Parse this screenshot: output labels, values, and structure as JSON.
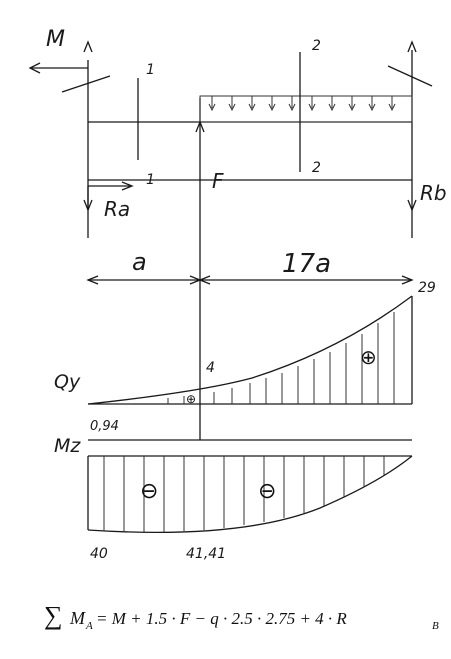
{
  "labels": {
    "moment": "M",
    "force_f": "F",
    "reaction_a": "Ra",
    "reaction_b": "Rb",
    "section_1_top": "1",
    "section_1_bottom": "1",
    "section_2_top": "2",
    "section_2_bottom": "2",
    "span_left": "a",
    "span_right": "17a",
    "shear_axis": "Qy",
    "moment_axis": "Mz"
  },
  "shear_diagram": {
    "value_left": "0,94",
    "value_mid": "4",
    "value_right": "29",
    "sign_left": "⊕",
    "sign_right": "⊕"
  },
  "moment_diagram": {
    "value_left": "40",
    "value_mid": "41,41",
    "sign_1": "⊖",
    "sign_2": "⊖"
  },
  "equation": {
    "sum": "∑",
    "text": "M",
    "subscript": "A",
    "rhs": " = M + 1.5 · F − q · 2.5 · 2.75 + 4 · R",
    "rhs_subscript": "B"
  }
}
